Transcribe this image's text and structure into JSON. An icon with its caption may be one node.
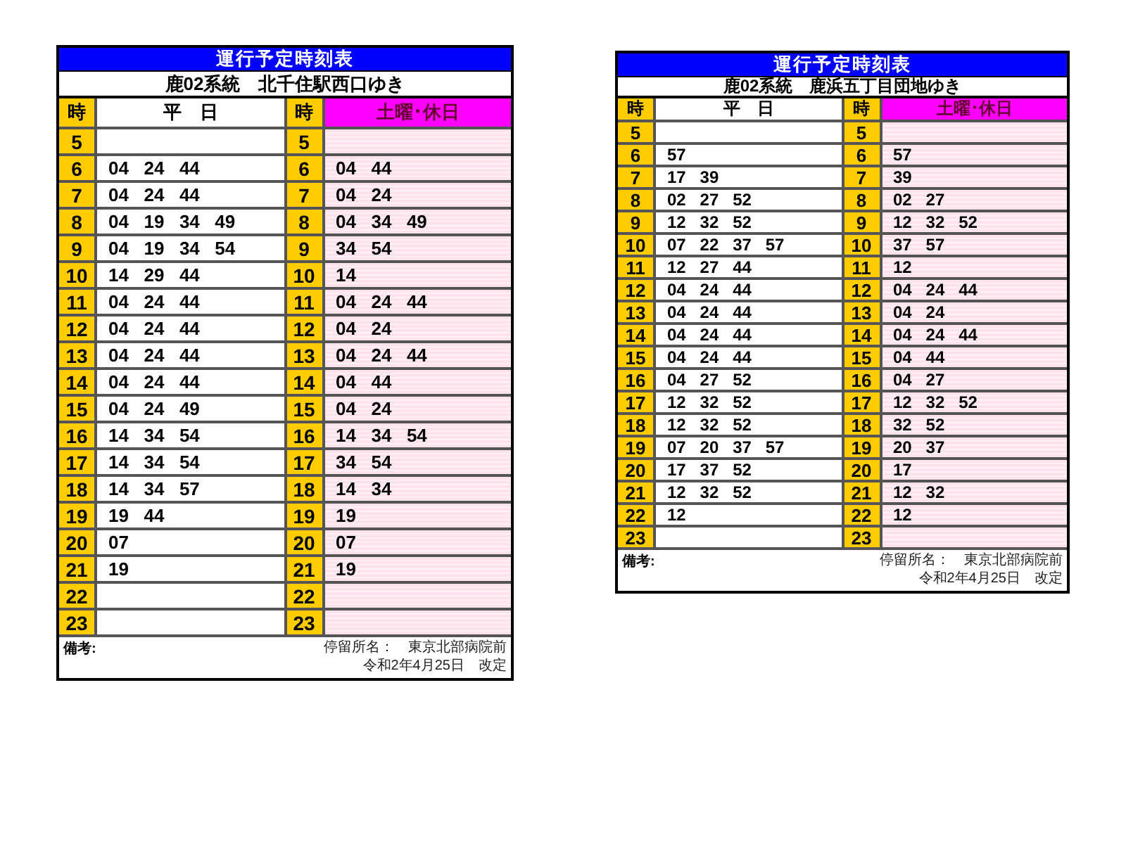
{
  "diagram": {
    "nodes": [
      {
        "text": [
          "運行予定時刻表",
          "鹿02系統　北千住駅西口ゆき",
          "備考:",
          "停留所名：　東京北部病院前",
          "令和2年4月25日　改定"
        ]
      },
      {
        "text": [
          "時"
        ],
        "in": 0
      },
      {
        "text": [
          "平　日"
        ],
        "in": 0
      },
      {
        "text": [
          "時"
        ],
        "in": 0
      },
      {
        "text": [
          "土曜･休日"
        ],
        "in": 0
      },
      {
        "text": [
          "5"
        ],
        "in": 0
      },
      {
        "text": [],
        "shape": "box",
        "in": 0
      },
      {
        "text": [
          "5"
        ],
        "in": 0
      },
      {
        "text": [],
        "shape": "box",
        "in": 0
      },
      {
        "text": [
          "6"
        ],
        "in": 0
      },
      {
        "text": [
          "04 24 44"
        ],
        "in": 0
      },
      {
        "text": [
          "6"
        ],
        "in": 0
      },
      {
        "text": [
          "04 44"
        ],
        "in": 0
      },
      {
        "text": [
          "7"
        ],
        "in": 0
      },
      {
        "text": [
          "04 24 44"
        ],
        "in": 0
      },
      {
        "text": [
          "7"
        ],
        "in": 0
      },
      {
        "text": [
          "04 24"
        ],
        "in": 0
      },
      {
        "text": [
          "8"
        ],
        "in": 0
      },
      {
        "text": [
          "04 19 34 49"
        ],
        "in": 0
      },
      {
        "text": [
          "8"
        ],
        "in": 0
      },
      {
        "text": [
          "04 34 49"
        ],
        "in": 0
      },
      {
        "text": [
          "9"
        ],
        "in": 0
      },
      {
        "text": [
          "04 19 34 54"
        ],
        "in": 0
      },
      {
        "text": [
          "9"
        ],
        "in": 0
      },
      {
        "text": [
          "34 54"
        ],
        "in": 0
      },
      {
        "text": [
          "10"
        ],
        "in": 0
      },
      {
        "text": [
          "14 29 44"
        ],
        "in": 0
      },
      {
        "text": [
          "10"
        ],
        "in": 0
      },
      {
        "text": [
          "14"
        ],
        "in": 0
      },
      {
        "text": [
          "11"
        ],
        "in": 0
      },
      {
        "text": [
          "04 24 44"
        ],
        "in": 0
      },
      {
        "text": [
          "11"
        ],
        "in": 0
      },
      {
        "text": [
          "04 24 44"
        ],
        "in": 0
      },
      {
        "text": [
          "12"
        ],
        "in": 0
      },
      {
        "text": [
          "04 24 44"
        ],
        "in": 0
      },
      {
        "text": [
          "12"
        ],
        "in": 0
      },
      {
        "text": [
          "04 24"
        ],
        "in": 0
      },
      {
        "text": [
          "13"
        ],
        "in": 0
      },
      {
        "text": [
          "04 24 44"
        ],
        "in": 0
      },
      {
        "text": [
          "13"
        ],
        "in": 0
      },
      {
        "text": [
          "04 24 44"
        ],
        "in": 0
      },
      {
        "text": [
          "14"
        ],
        "in": 0
      },
      {
        "text": [
          "04 24 44"
        ],
        "in": 0
      },
      {
        "text": [
          "14"
        ],
        "in": 0
      },
      {
        "text": [
          "04 44"
        ],
        "in": 0
      },
      {
        "text": [
          "15"
        ],
        "in": 0
      },
      {
        "text": [
          "04 24 49"
        ],
        "in": 0
      },
      {
        "text": [
          "15"
        ],
        "in": 0
      },
      {
        "text": [
          "04 24"
        ],
        "in": 0
      },
      {
        "text": [
          "16"
        ],
        "in": 0
      },
      {
        "text": [
          "14 34 54"
        ],
        "in": 0
      },
      {
        "text": [
          "16"
        ],
        "in": 0
      },
      {
        "text": [
          "14 34 54"
        ],
        "in": 0
      },
      {
        "text": [
          "17"
        ],
        "in": 0
      },
      {
        "text": [
          "14 34 54"
        ],
        "in": 0
      },
      {
        "text": [
          "17"
        ],
        "in": 0
      },
      {
        "text": [
          "34 54"
        ],
        "in": 0
      },
      {
        "text": [
          "18"
        ],
        "in": 0
      },
      {
        "text": [
          "14 34 57"
        ],
        "in": 0
      },
      {
        "text": [
          "18"
        ],
        "in": 0
      },
      {
        "text": [
          "14 34"
        ],
        "in": 0
      },
      {
        "text": [
          "19"
        ],
        "in": 0
      },
      {
        "text": [
          "19 44"
        ],
        "in": 0
      },
      {
        "text": [
          "19"
        ],
        "in": 0
      },
      {
        "text": [
          "19"
        ],
        "in": 0
      },
      {
        "text": [
          "20"
        ],
        "in": 0
      },
      {
        "text": [
          "07"
        ],
        "in": 0
      },
      {
        "text": [
          "20"
        ],
        "in": 0
      },
      {
        "text": [
          "07"
        ],
        "in": 0
      },
      {
        "text": [
          "21"
        ],
        "in": 0
      },
      {
        "text": [
          "19"
        ],
        "in": 0
      },
      {
        "text": [
          "21"
        ],
        "in": 0
      },
      {
        "text": [
          "19"
        ],
        "in": 0
      },
      {
        "text": [
          "22"
        ],
        "in": 0
      },
      {
        "text": [],
        "shape": "box",
        "in": 0
      },
      {
        "text": [
          "22"
        ],
        "in": 0
      },
      {
        "text": [],
        "shape": "box",
        "in": 0
      },
      {
        "text": [
          "23"
        ],
        "in": 0
      },
      {
        "text": [],
        "shape": "box",
        "in": 0
      },
      {
        "text": [
          "23"
        ],
        "in": 0
      },
      {
        "text": [],
        "shape": "box",
        "in": 0
      },
      {
        "text": [
          "運行予定時刻表",
          "鹿02系統　鹿浜五丁目団地ゆき",
          "備考:",
          "停留所名：　東京北部病院前",
          "令和2年4月25日　改定"
        ]
      },
      {
        "text": [
          "時"
        ],
        "in": 81
      },
      {
        "text": [
          "平　日"
        ],
        "in": 81
      },
      {
        "text": [
          "時"
        ],
        "in": 81
      },
      {
        "text": [
          "土曜･休日"
        ],
        "in": 81
      },
      {
        "text": [
          "5"
        ],
        "in": 81
      },
      {
        "text": [],
        "shape": "box",
        "in": 81
      },
      {
        "text": [
          "5"
        ],
        "in": 81
      },
      {
        "text": [],
        "shape": "box",
        "in": 81
      },
      {
        "text": [
          "6"
        ],
        "in": 81
      },
      {
        "text": [
          "57"
        ],
        "in": 81
      },
      {
        "text": [
          "6"
        ],
        "in": 81
      },
      {
        "text": [
          "57"
        ],
        "in": 81
      },
      {
        "text": [
          "7"
        ],
        "in": 81
      },
      {
        "text": [
          "17 39"
        ],
        "in": 81
      },
      {
        "text": [
          "7"
        ],
        "in": 81
      },
      {
        "text": [
          "39"
        ],
        "in": 81
      },
      {
        "text": [
          "8"
        ],
        "in": 81
      },
      {
        "text": [
          "02 27 52"
        ],
        "in": 81
      },
      {
        "text": [
          "8"
        ],
        "in": 81
      },
      {
        "text": [
          "02 27"
        ],
        "in": 81
      },
      {
        "text": [
          "9"
        ],
        "in": 81
      },
      {
        "text": [
          "12 32 52"
        ],
        "in": 81
      },
      {
        "text": [
          "9"
        ],
        "in": 81
      },
      {
        "text": [
          "12 32 52"
        ],
        "in": 81
      },
      {
        "text": [
          "10"
        ],
        "in": 81
      },
      {
        "text": [
          "07 22 37 57"
        ],
        "in": 81
      },
      {
        "text": [
          "10"
        ],
        "in": 81
      },
      {
        "text": [
          "37 57"
        ],
        "in": 81
      },
      {
        "text": [
          "11"
        ],
        "in": 81
      },
      {
        "text": [
          "12 27 44"
        ],
        "in": 81
      },
      {
        "text": [
          "11"
        ],
        "in": 81
      },
      {
        "text": [
          "12"
        ],
        "in": 81
      },
      {
        "text": [
          "12"
        ],
        "in": 81
      },
      {
        "text": [
          "04 24 44"
        ],
        "in": 81
      },
      {
        "text": [
          "12"
        ],
        "in": 81
      },
      {
        "text": [
          "04 24 44"
        ],
        "in": 81
      },
      {
        "text": [
          "13"
        ],
        "in": 81
      },
      {
        "text": [
          "04 24 44"
        ],
        "in": 81
      },
      {
        "text": [
          "13"
        ],
        "in": 81
      },
      {
        "text": [
          "04 24"
        ],
        "in": 81
      },
      {
        "text": [
          "14"
        ],
        "in": 81
      },
      {
        "text": [
          "04 24 44"
        ],
        "in": 81
      },
      {
        "text": [
          "14"
        ],
        "in": 81
      },
      {
        "text": [
          "04 24 44"
        ],
        "in": 81
      },
      {
        "text": [
          "15"
        ],
        "in": 81
      },
      {
        "text": [
          "04 24 44"
        ],
        "in": 81
      },
      {
        "text": [
          "15"
        ],
        "in": 81
      },
      {
        "text": [
          "04 44"
        ],
        "in": 81
      },
      {
        "text": [
          "16"
        ],
        "in": 81
      },
      {
        "text": [
          "04 27 52"
        ],
        "in": 81
      },
      {
        "text": [
          "16"
        ],
        "in": 81
      },
      {
        "text": [
          "04 27"
        ],
        "in": 81
      },
      {
        "text": [
          "17"
        ],
        "in": 81
      },
      {
        "text": [
          "12 32 52"
        ],
        "in": 81
      },
      {
        "text": [
          "17"
        ],
        "in": 81
      },
      {
        "text": [
          "12 32 52"
        ],
        "in": 81
      },
      {
        "text": [
          "18"
        ],
        "in": 81
      },
      {
        "text": [
          "12 32 52"
        ],
        "in": 81
      },
      {
        "text": [
          "18"
        ],
        "in": 81
      },
      {
        "text": [
          "32 52"
        ],
        "in": 81
      },
      {
        "text": [
          "19"
        ],
        "in": 81
      },
      {
        "text": [
          "07 20 37 57"
        ],
        "in": 81
      },
      {
        "text": [
          "19"
        ],
        "in": 81
      },
      {
        "text": [
          "20 37"
        ],
        "in": 81
      },
      {
        "text": [
          "20"
        ],
        "in": 81
      },
      {
        "text": [
          "17 37 52"
        ],
        "in": 81
      },
      {
        "text": [
          "20"
        ],
        "in": 81
      },
      {
        "text": [
          "17"
        ],
        "in": 81
      },
      {
        "text": [
          "21"
        ],
        "in": 81
      },
      {
        "text": [
          "12 32 52"
        ],
        "in": 81
      },
      {
        "text": [
          "21"
        ],
        "in": 81
      },
      {
        "text": [
          "12 32"
        ],
        "in": 81
      },
      {
        "text": [
          "22"
        ],
        "in": 81
      },
      {
        "text": [
          "12"
        ],
        "in": 81
      },
      {
        "text": [
          "22"
        ],
        "in": 81
      },
      {
        "text": [
          "12"
        ],
        "in": 81
      },
      {
        "text": [
          "23"
        ],
        "in": 81
      },
      {
        "text": [],
        "shape": "box",
        "in": 81
      },
      {
        "text": [
          "23"
        ],
        "in": 81
      },
      {
        "text": [],
        "shape": "box",
        "in": 81
      }
    ]
  }
}
